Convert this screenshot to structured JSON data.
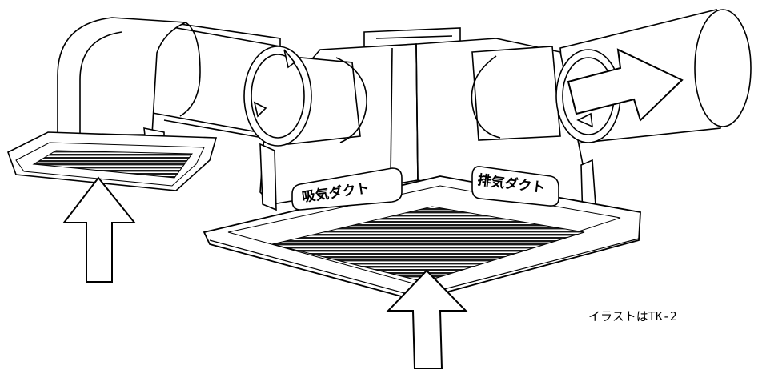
{
  "labels": {
    "intake_duct": "吸気ダクト",
    "exhaust_duct": "排気ダクト"
  },
  "caption": "イラストはTK-2",
  "colors": {
    "line": "#000000",
    "fill": "#ffffff",
    "grille": "#1a1a1a"
  }
}
